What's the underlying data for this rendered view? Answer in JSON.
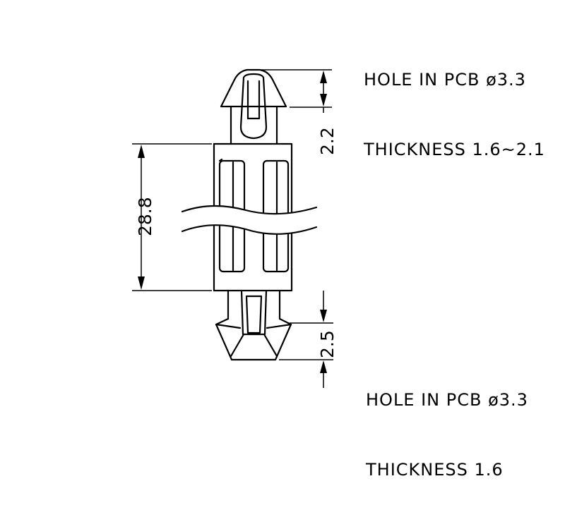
{
  "top_note": {
    "line1": "HOLE IN PCB ø3.3",
    "line2": "THICKNESS 1.6~2.1"
  },
  "bottom_note": {
    "line1": "HOLE IN PCB ø3.3",
    "line2": "THICKNESS 1.6"
  },
  "dimensions": {
    "body_length": "28.8",
    "top_latch_height": "2.2",
    "bottom_latch_height": "2.5"
  }
}
